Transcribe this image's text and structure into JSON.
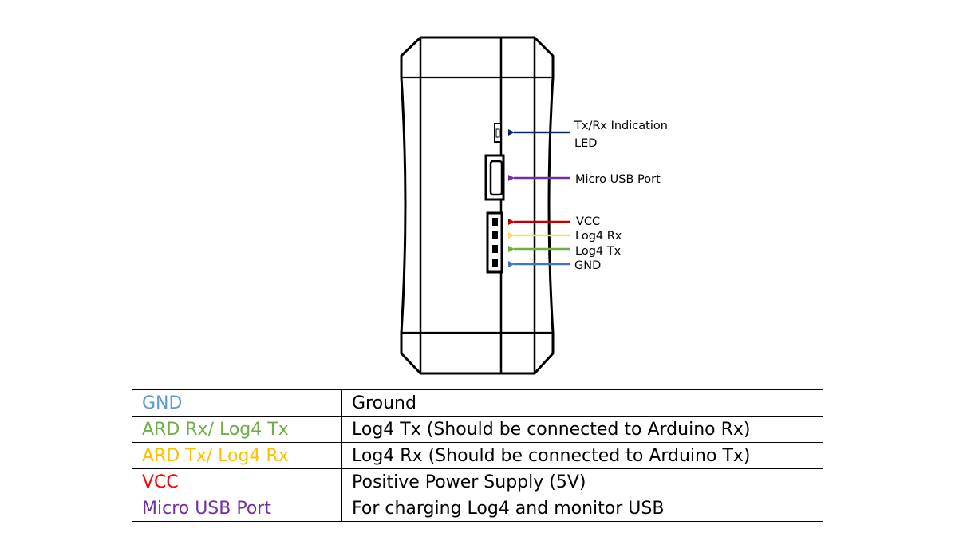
{
  "colors": {
    "led": "#0d2a5e",
    "usb": "#7030a0",
    "vcc": "#c00000",
    "rx": "#ffd966",
    "tx": "#70ad47",
    "gnd": "#4472c4",
    "gnd_text": "#5b9bd5",
    "ard_tx_text": "#ffc000",
    "vcc_text": "#ff0000"
  },
  "callouts": {
    "led_line1": "Tx/Rx Indication",
    "led_line2": "LED",
    "usb": "Micro USB Port",
    "vcc": "VCC",
    "log4_rx": "Log4 Rx",
    "log4_tx": "Log4 Tx",
    "gnd": "GND"
  },
  "table": {
    "rows": [
      {
        "pin": "GND",
        "description": "Ground",
        "color": "#5b9bd5"
      },
      {
        "pin": "ARD Rx/ Log4 Tx",
        "description": "Log4 Tx (Should be connected to Arduino Rx)",
        "color": "#70ad47"
      },
      {
        "pin": "ARD Tx/ Log4 Rx",
        "description": "Log4 Rx (Should be connected to Arduino Tx)",
        "color": "#ffc000"
      },
      {
        "pin": "VCC",
        "description": "Positive Power Supply (5V)",
        "color": "#ff0000"
      },
      {
        "pin": "Micro USB Port",
        "description": "For charging Log4 and monitor USB",
        "color": "#7030a0"
      }
    ]
  }
}
